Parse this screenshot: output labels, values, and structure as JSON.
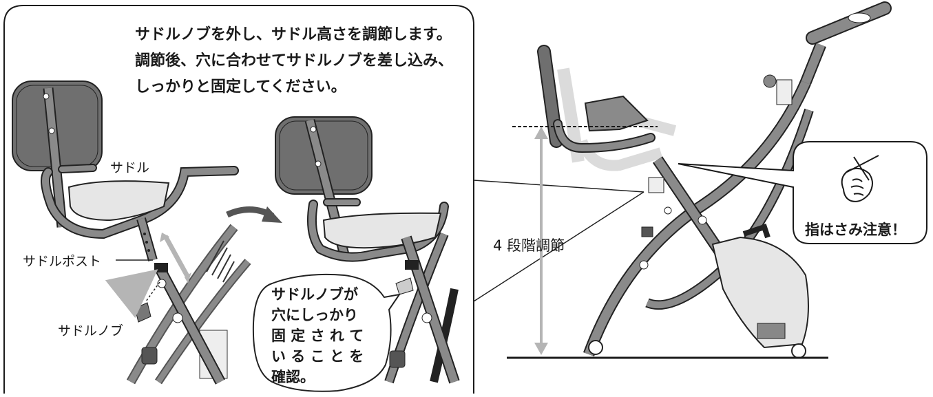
{
  "instructions": {
    "line1": "サドルノブを外し、サドル高さを調節します。",
    "line2": "調節後、穴に合わせてサドルノブを差し込み、",
    "line3": "しっかりと固定してください。"
  },
  "labels": {
    "saddle": "サドル",
    "saddle_post": "サドルポスト",
    "saddle_knob": "サドルノブ",
    "four_step": "4 段階調節"
  },
  "bubble": {
    "line1": "サドルノブが",
    "line2": "穴にしっかり",
    "line3": "固 定 さ れ て",
    "line4": "い る こ と を",
    "line5": "確認。"
  },
  "caution": {
    "text": "指はさみ注意！"
  },
  "colors": {
    "frame": "#888888",
    "seat": "#e6e6e6",
    "back": "#6f6f6f",
    "line": "#1a1a1a"
  }
}
